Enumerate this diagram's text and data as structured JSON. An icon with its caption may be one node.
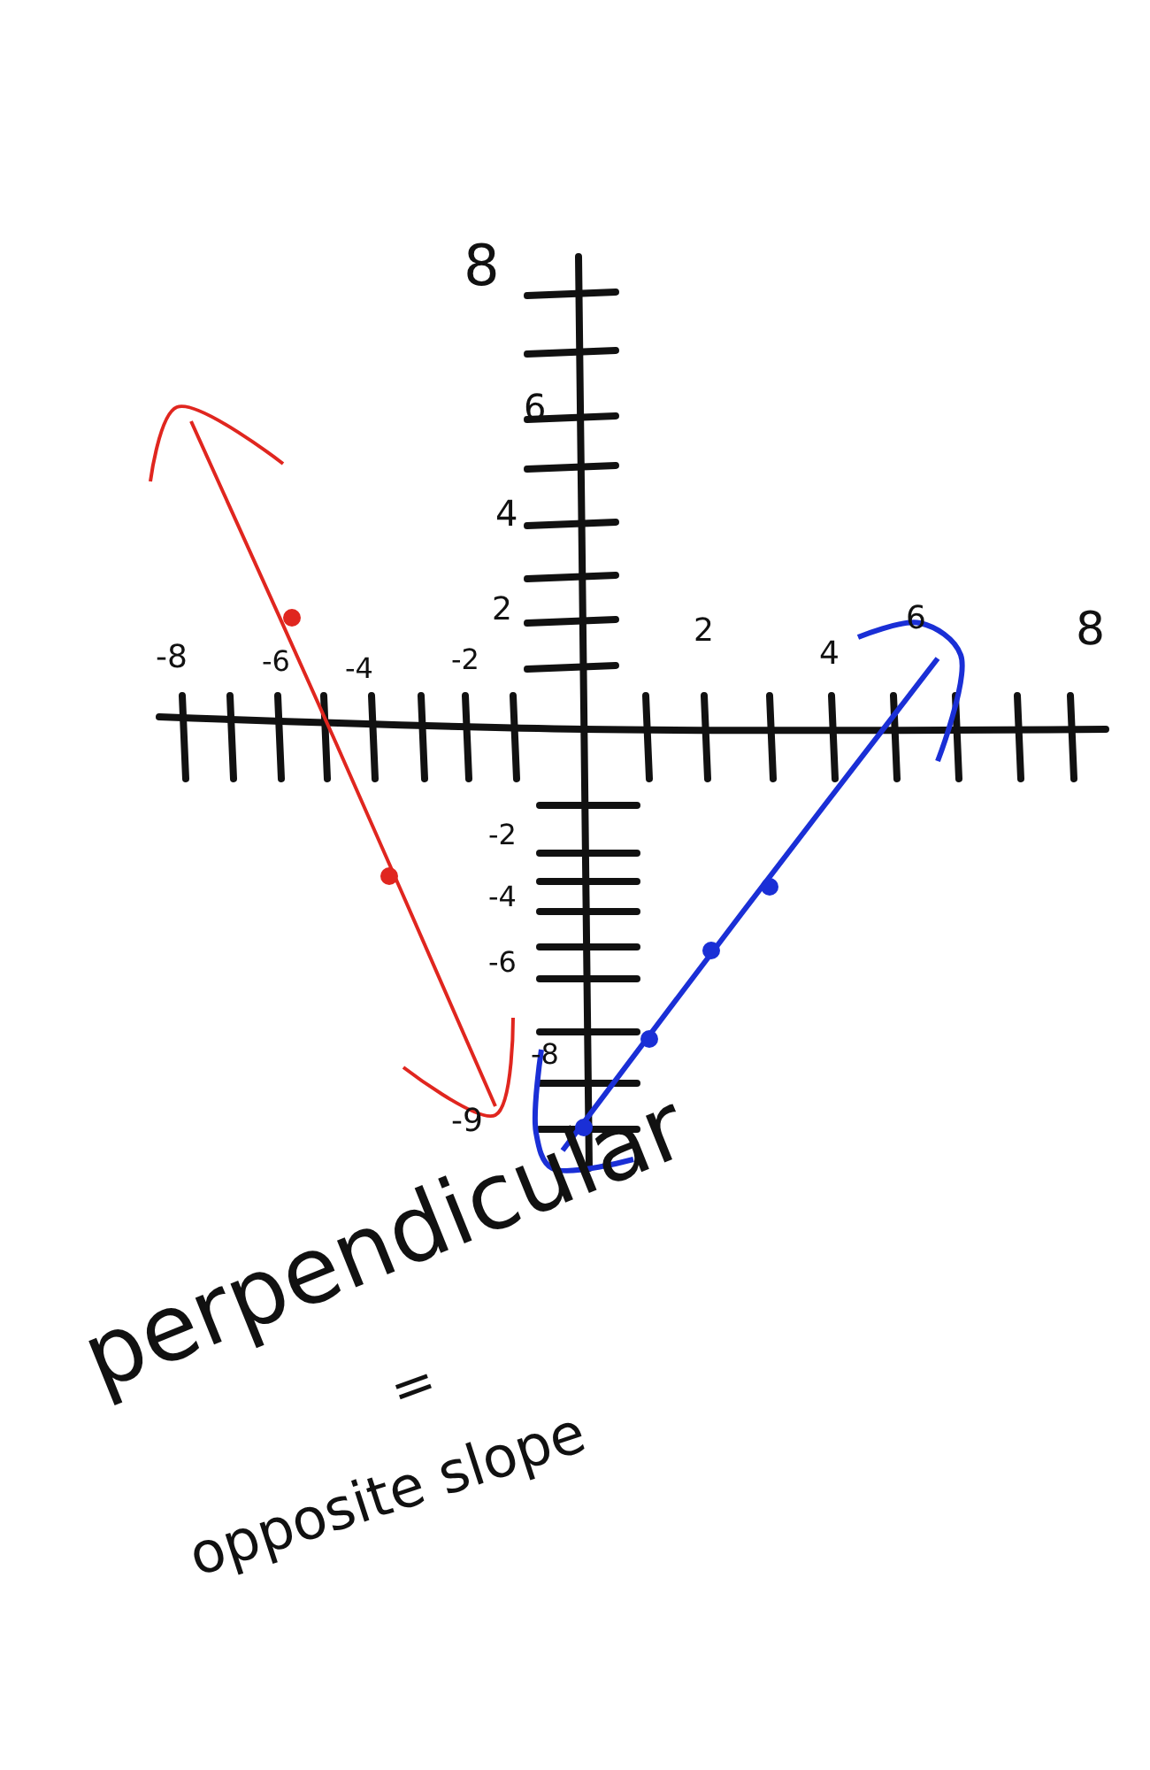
{
  "diagram": {
    "labels": [
      "8",
      "6",
      "4",
      "2",
      "-8",
      "-6",
      "-4",
      "-2",
      "2",
      "4",
      "6",
      "8",
      "-2",
      "-4",
      "-6",
      "-8",
      "-9",
      "perpendicular",
      "=",
      "opposite slope"
    ]
  }
}
